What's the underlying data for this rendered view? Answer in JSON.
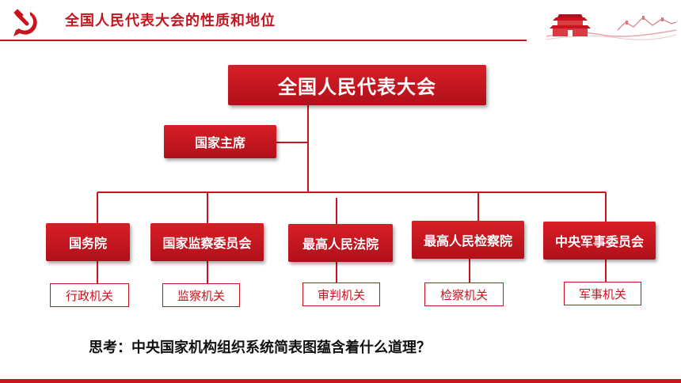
{
  "header": {
    "title": "全国人民代表大会的性质和地位"
  },
  "theme": {
    "accent": "#c8141e",
    "box_fill": "#c8141e",
    "role_text": "#c8141e"
  },
  "icons": {
    "logo": "party-emblem-icon",
    "decoration": "tiananmen-great-wall-decoration"
  },
  "diagram": {
    "root": {
      "label": "全国人民代表大会"
    },
    "president": {
      "label": "国家主席"
    },
    "organs": [
      {
        "label": "国务院",
        "role": "行政机关"
      },
      {
        "label": "国家监察委员会",
        "role": "监察机关"
      },
      {
        "label": "最高人民法院",
        "role": "审判机关"
      },
      {
        "label": "最高人民检察院",
        "role": "检察机关"
      },
      {
        "label": "中央军事委员会",
        "role": "军事机关"
      }
    ]
  },
  "question": "思考：中央国家机构组织系统简表图蕴含着什么道理？"
}
